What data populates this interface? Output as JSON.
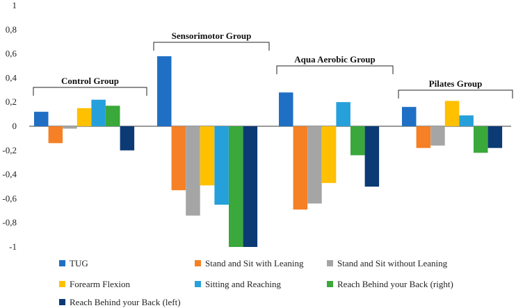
{
  "chart_data": {
    "type": "bar",
    "title": "",
    "xlabel": "",
    "ylabel": "",
    "ylim": [
      -1,
      1
    ],
    "yticks": [
      "1",
      "0,8",
      "0,6",
      "0,4",
      "0,2",
      "0",
      "-0,2",
      "-0,4",
      "-0,6",
      "-0,8",
      "-1"
    ],
    "categories": [
      "Control Group",
      "Sensorimotor Group",
      "Aqua Aerobic Group",
      "Pilates Group"
    ],
    "series": [
      {
        "name": "TUG",
        "color": "#1f6fc5",
        "values": [
          0.12,
          0.58,
          0.28,
          0.16
        ]
      },
      {
        "name": "Stand and Sit with Leaning",
        "color": "#f58025",
        "values": [
          -0.14,
          -0.53,
          -0.69,
          -0.18
        ]
      },
      {
        "name": "Stand and Sit without Leaning",
        "color": "#a5a5a5",
        "values": [
          -0.02,
          -0.74,
          -0.64,
          -0.16
        ]
      },
      {
        "name": "Forearm Flexion",
        "color": "#ffc000",
        "values": [
          0.15,
          -0.49,
          -0.47,
          0.21
        ]
      },
      {
        "name": "Sitting and Reaching",
        "color": "#26a0da",
        "values": [
          0.22,
          -0.65,
          0.2,
          0.09
        ]
      },
      {
        "name": "Reach Behind your Back (right)",
        "color": "#3aa83a",
        "values": [
          0.17,
          -1.0,
          -0.24,
          -0.22
        ]
      },
      {
        "name": "Reach Behind your Back (left)",
        "color": "#0b3a75",
        "values": [
          -0.2,
          -1.0,
          -0.5,
          -0.18
        ]
      }
    ],
    "grid": false,
    "legend_position": "bottom"
  }
}
